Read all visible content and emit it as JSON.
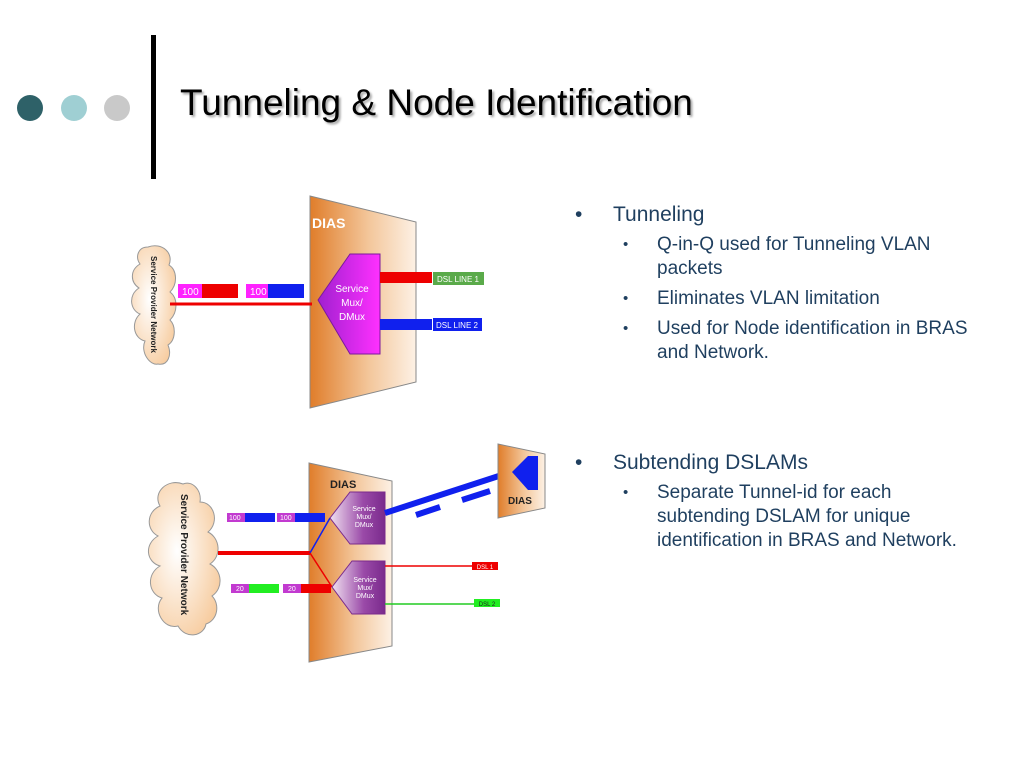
{
  "slide": {
    "title": "Tunneling & Node Identification",
    "accent_colors": [
      "#2e6168",
      "#9fcfd3",
      "#c9c9c9"
    ]
  },
  "diagram1": {
    "dias_label": "DIAS",
    "cloud_label": "Service Provider Network",
    "tag_a": "100",
    "tag_b": "100",
    "mux_line1": "Service",
    "mux_line2": "Mux/",
    "mux_line3": "DMux",
    "line1_label": "DSL LINE 1",
    "line2_label": "DSL LINE 2"
  },
  "diagram2": {
    "dias_label": "DIAS",
    "small_dias_label": "DIAS",
    "cloud_label": "Service Provider Network",
    "tag_a": "100",
    "tag_b": "100",
    "tag_c": "20",
    "tag_d": "20",
    "mux_line1": "Service",
    "mux_line2": "Mux/",
    "mux_line3": "DMux",
    "dsl1_label": "DSL 1",
    "dsl2_label": "DSL 2"
  },
  "bullets": [
    {
      "text": "Tunneling",
      "sub": [
        "Q-in-Q used for Tunneling VLAN packets",
        "Eliminates VLAN limitation",
        "Used for Node identification in BRAS and Network."
      ]
    },
    {
      "text": "Subtending DSLAMs",
      "sub": [
        "Separate Tunnel-id for each subtending DSLAM for unique identification in BRAS and Network."
      ]
    }
  ]
}
